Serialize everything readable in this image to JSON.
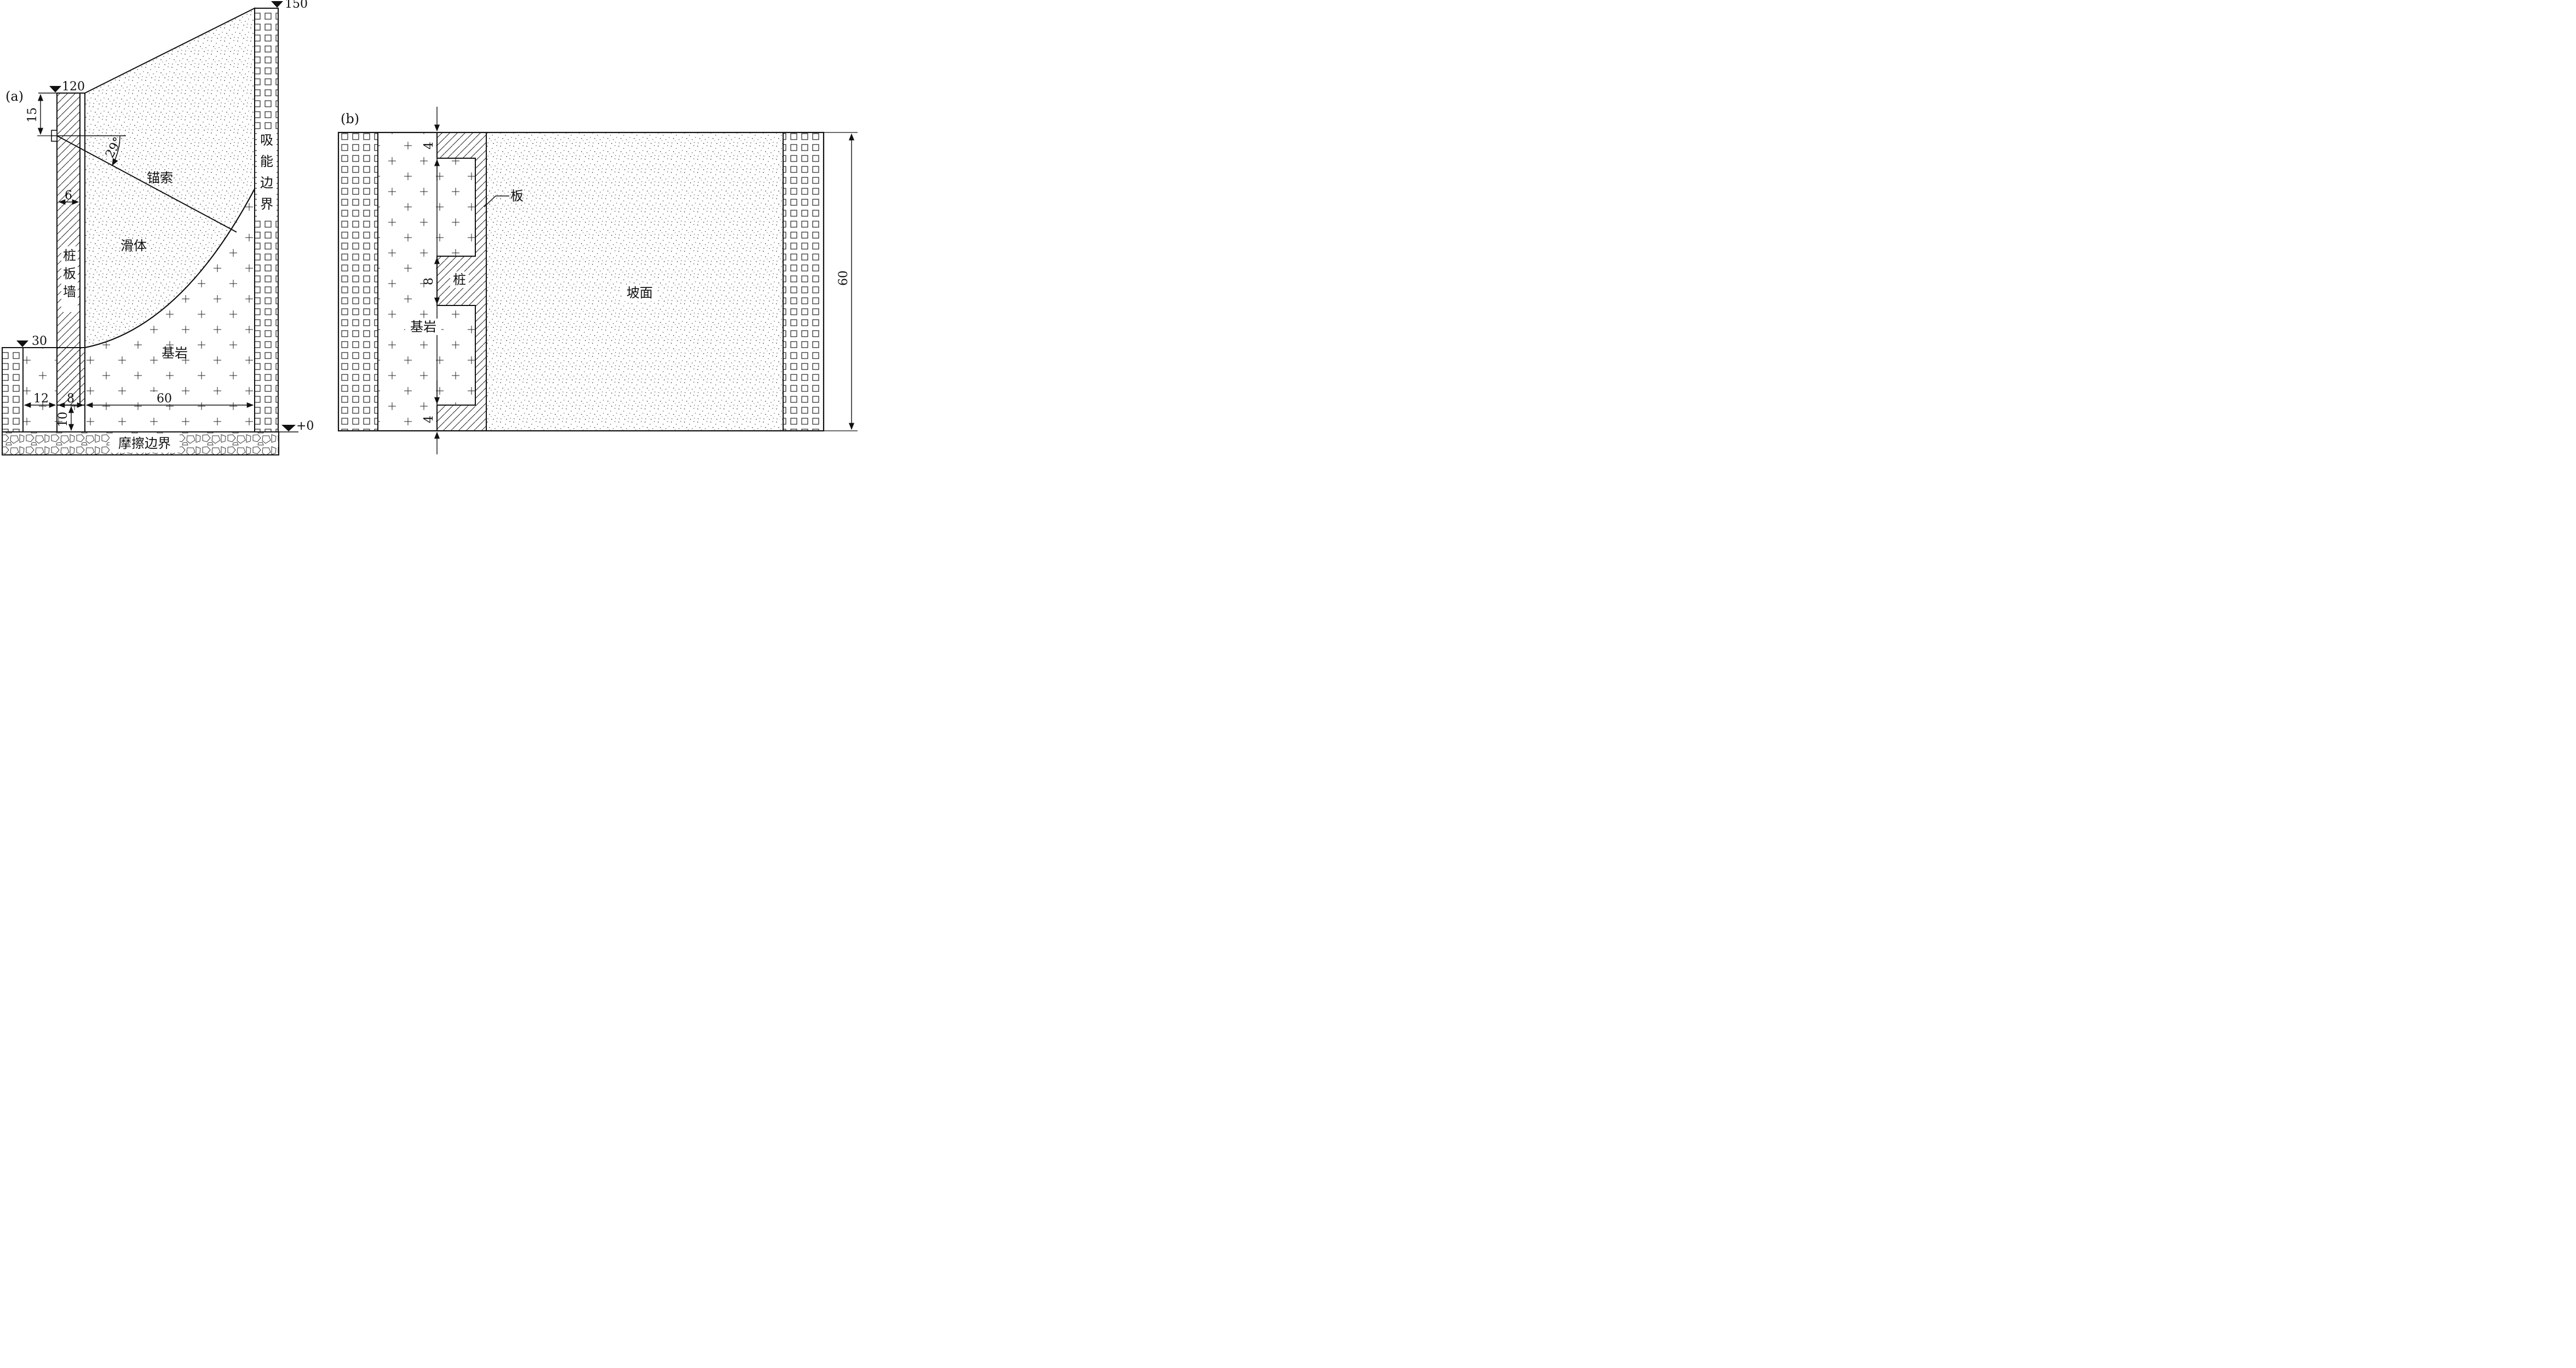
{
  "panel_a": {
    "caption": "(a)",
    "elevations": {
      "top": "150",
      "wall_top": "120",
      "toe": "30",
      "base": "+0"
    },
    "dims": {
      "anchor_offset": "15",
      "wall_thickness": "6",
      "left_width": "12",
      "pile_width": "8",
      "main_width": "60",
      "base_height": "10"
    },
    "angle": "29°",
    "labels": {
      "anchor": "锚索",
      "slide": "滑体",
      "wall": [
        "桩",
        "板",
        "墙"
      ],
      "absorb": [
        "吸",
        "能",
        "边",
        "界"
      ],
      "bedrock": "基岩",
      "friction": "摩擦边界"
    }
  },
  "panel_b": {
    "caption": "(b)",
    "dims": {
      "top_gap": "4",
      "pile_len": "8",
      "bottom_gap": "4",
      "total": "60"
    },
    "labels": {
      "plate": "板",
      "pile": "桩",
      "bedrock": "基岩",
      "slope": "坡面"
    }
  }
}
